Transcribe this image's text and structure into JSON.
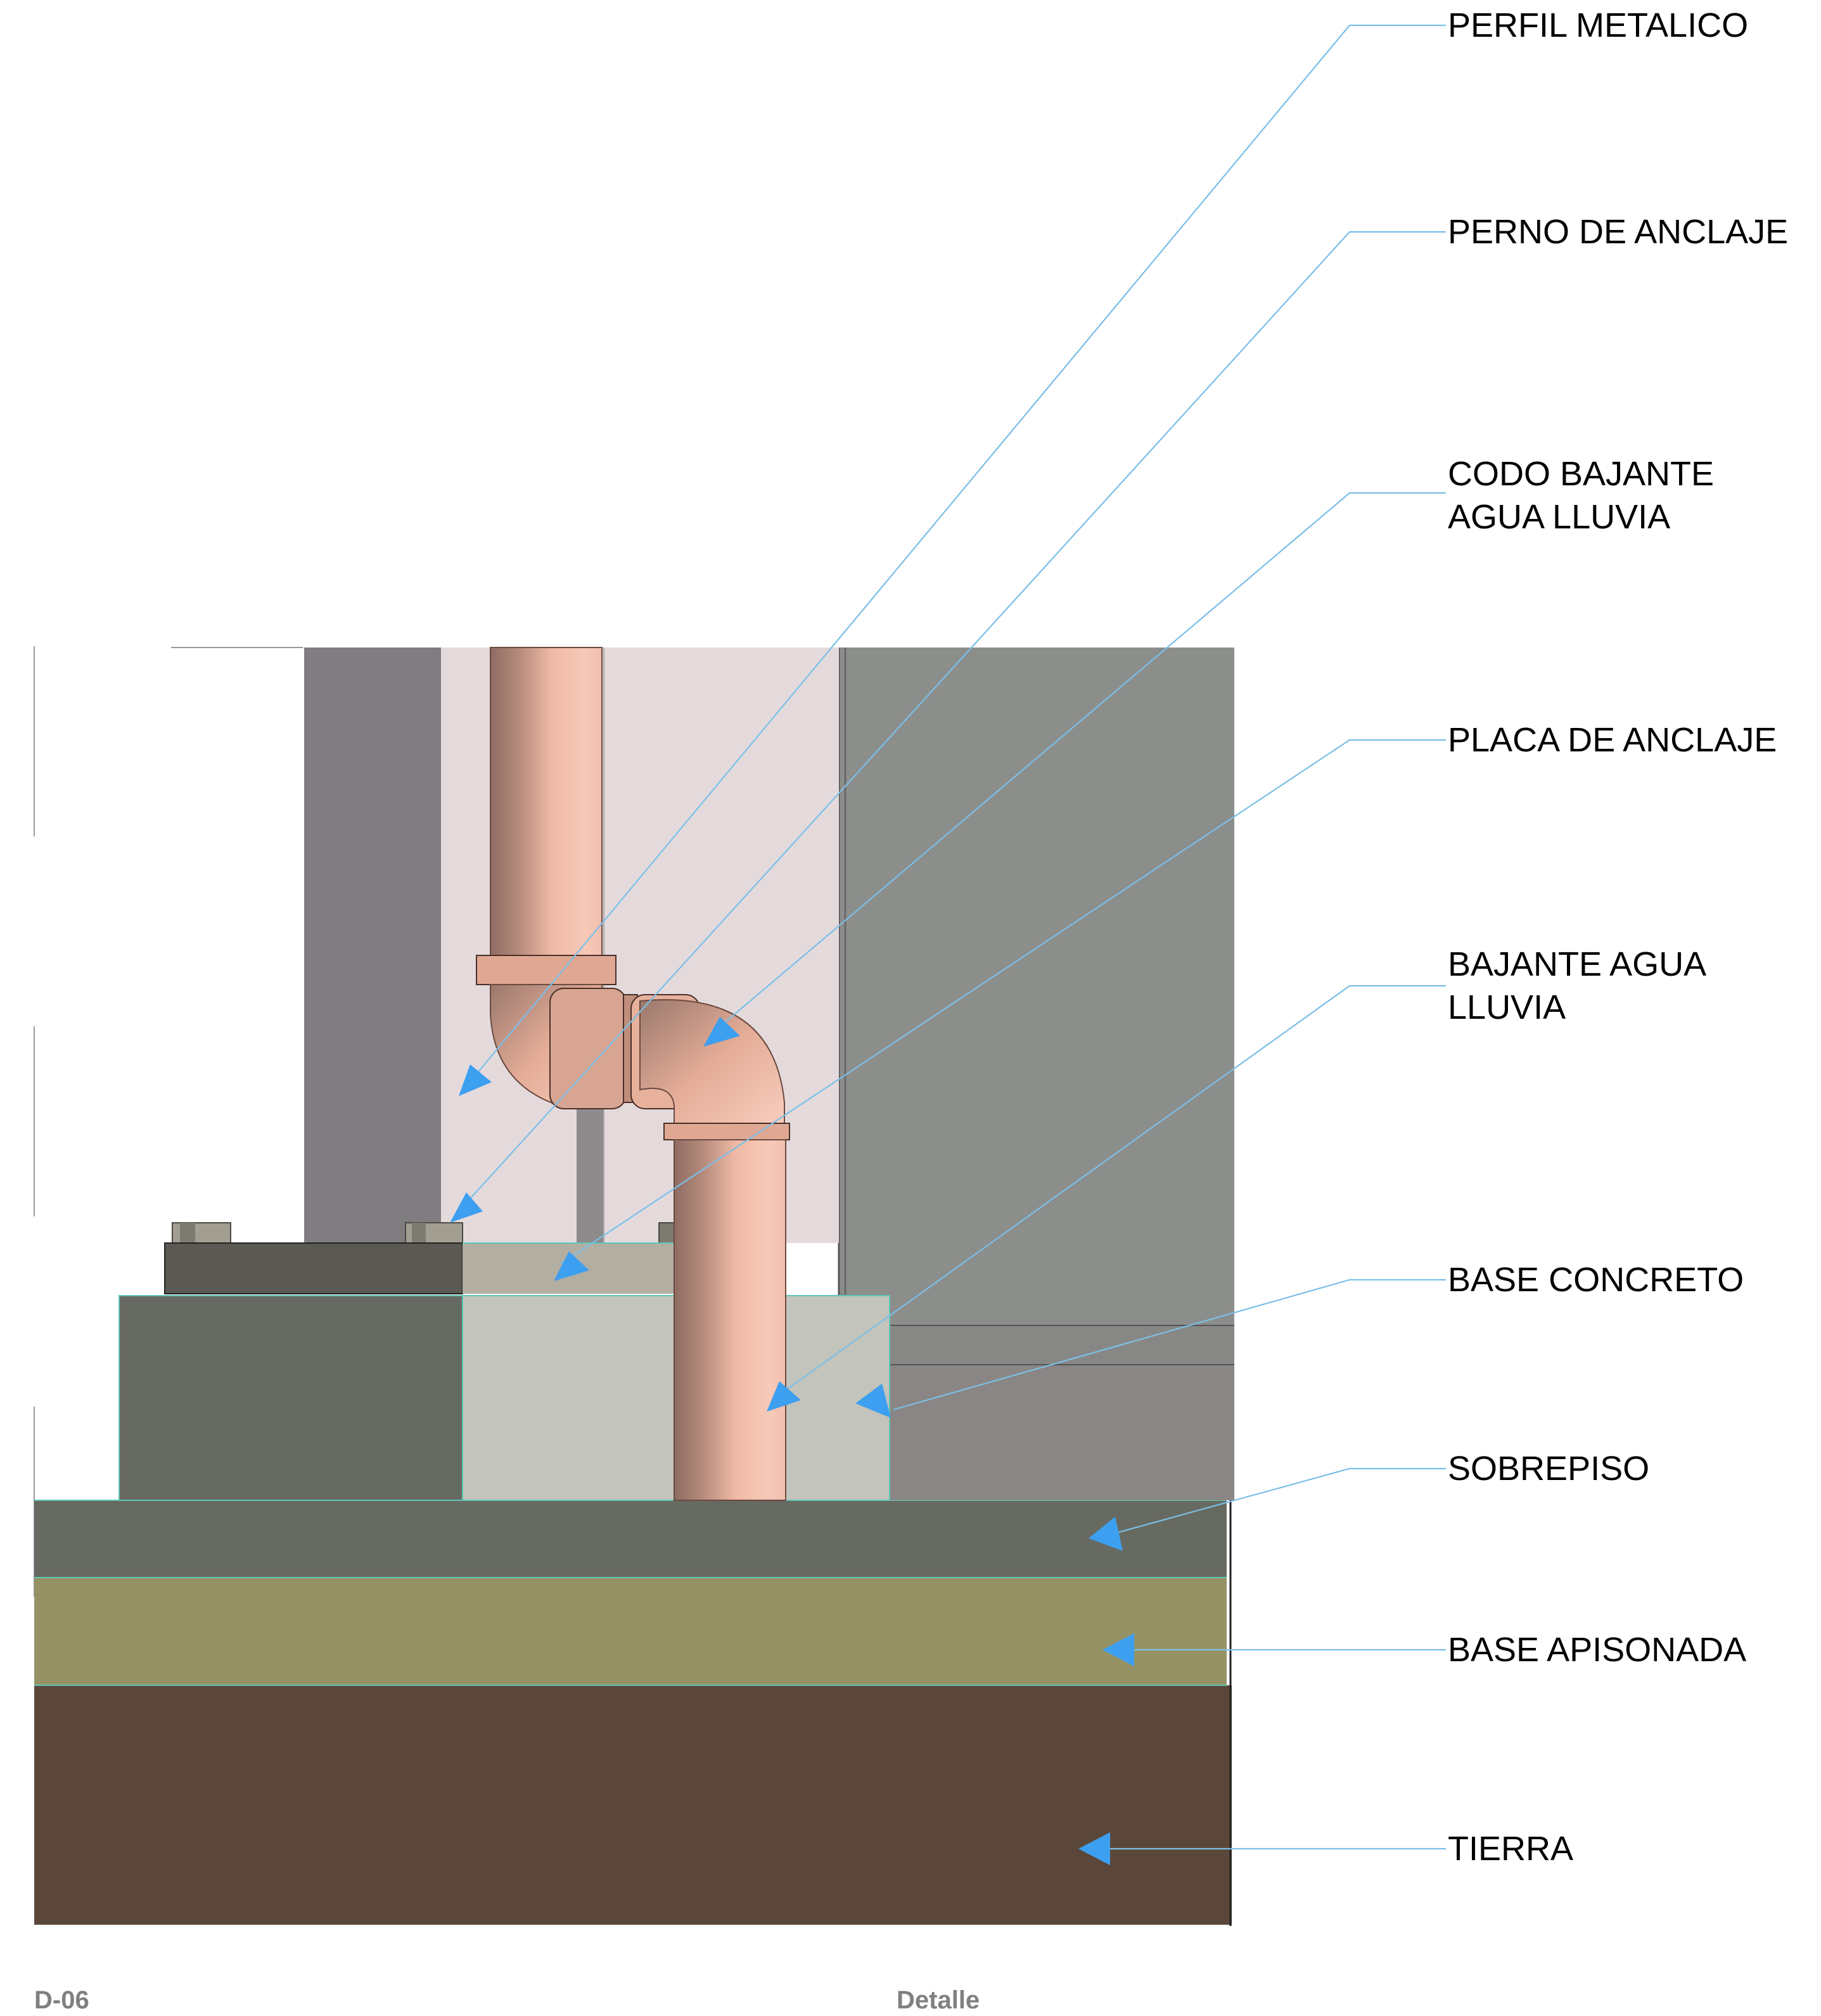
{
  "labels": {
    "perfil_metalico": "PERFIL METALICO",
    "perno_de_anclaje": "PERNO DE ANCLAJE",
    "codo_bajante_line1": "CODO BAJANTE",
    "codo_bajante_line2": "AGUA LLUVIA",
    "placa_de_anclaje": "PLACA DE ANCLAJE",
    "bajante_line1": "BAJANTE AGUA",
    "bajante_line2": "LLUVIA",
    "base_concreto": "BASE CONCRETO",
    "sobrepiso": "SOBREPISO",
    "base_apisonada": "BASE APISONADA",
    "tierra": "TIERRA"
  },
  "footer": {
    "code": "D-06",
    "title": "Detalle"
  },
  "colors": {
    "tierra": "#5b4739",
    "base_apisonada": "#959365",
    "sobrepiso": "#676a61",
    "base_concreto_dark": "#676a62",
    "base_concreto_light": "#c3c4bb",
    "placa_dark": "#5b5953",
    "placa_light": "#b2aea2",
    "perfil_dark": "#7f7d80",
    "perfil_light": "#e4dadc",
    "wall_grey": "#8c8e8c",
    "wall_lower": "#8a8685",
    "pipe_copper": "#f5c3b1",
    "leader_line": "#7bbfe8",
    "arrow_blue": "#3d9ff0"
  }
}
